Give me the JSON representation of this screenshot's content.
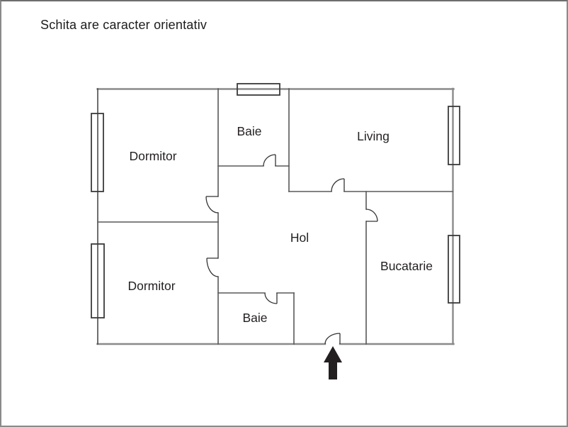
{
  "page": {
    "title": "Schita are caracter orientativ"
  },
  "colors": {
    "background": "#ffffff",
    "page_border": "#8a8a8a",
    "wall_exterior": "#8a8a8a",
    "wall_interior": "#585858",
    "window_stroke": "#3a3a3a",
    "door_stroke": "#343434",
    "arrow_fill": "#231f20",
    "text": "#231f20"
  },
  "floor_plan": {
    "rooms": [
      {
        "id": "dormitor-1",
        "label": "Dormitor"
      },
      {
        "id": "baie-1",
        "label": "Baie"
      },
      {
        "id": "living",
        "label": "Living"
      },
      {
        "id": "hol",
        "label": "Hol"
      },
      {
        "id": "bucatarie",
        "label": "Bucatarie"
      },
      {
        "id": "dormitor-2",
        "label": "Dormitor"
      },
      {
        "id": "baie-2",
        "label": "Baie"
      }
    ],
    "window_count": 5,
    "door_count": 7,
    "entrance_marker": "up-arrow"
  }
}
